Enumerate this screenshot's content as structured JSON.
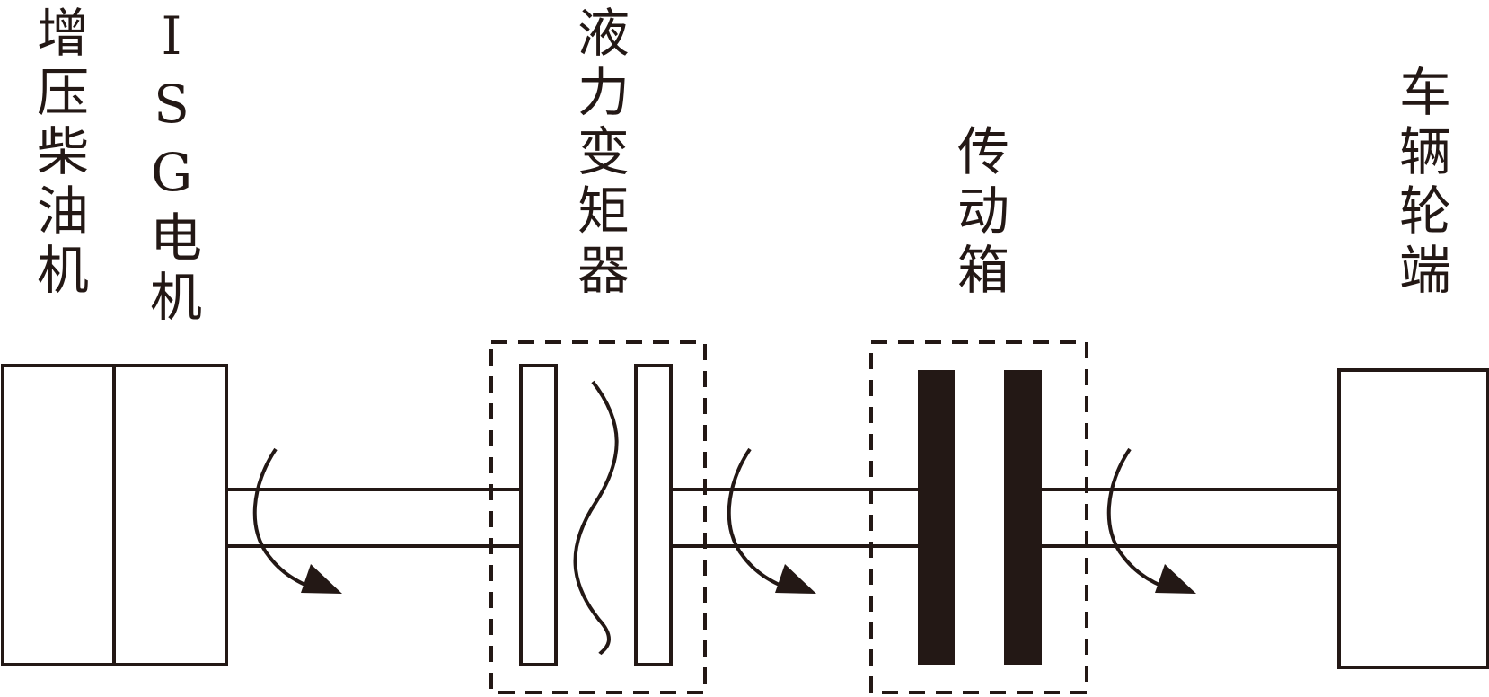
{
  "labels": {
    "engine": "增压柴油机",
    "isg_motor": "ISG电机",
    "torque_converter": "液力变矩器",
    "gearbox": "传动箱",
    "wheel_end": "车辆轮端"
  },
  "colors": {
    "stroke": "#231815",
    "background": "#ffffff"
  }
}
